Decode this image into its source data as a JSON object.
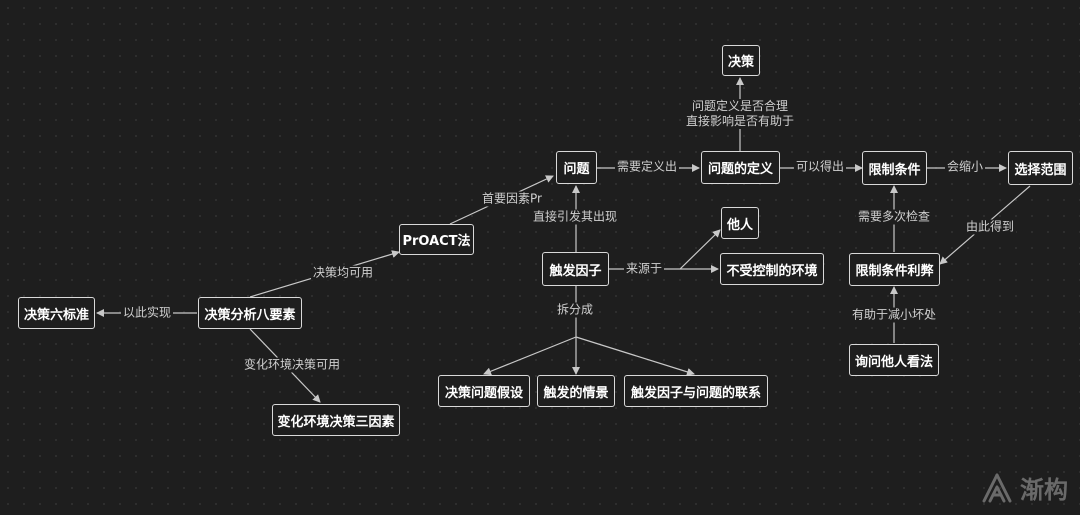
{
  "nodes": {
    "jueceliu": "决策六标准",
    "fenxi": "决策分析八要素",
    "proact": "PrOACT法",
    "bianhua": "变化环境决策三因素",
    "wenti": "问题",
    "dingyi": "问题的定义",
    "juece": "决策",
    "chufa": "触发因子",
    "taren": "他人",
    "bushou": "不受控制的环境",
    "jiashe": "决策问题假设",
    "qingjing": "触发的情景",
    "lianxi": "触发因子与问题的联系",
    "xianzhi": "限制条件",
    "fanwei": "选择范围",
    "libi": "限制条件利弊",
    "xunwen": "询问他人看法"
  },
  "edges": {
    "yici": "以此实现",
    "junkeyong": "决策均可用",
    "bianhuakeyong": "变化环境决策可用",
    "shouyao": "首要因素Pr",
    "zhijie": "直接引发其出现",
    "xuyao": "需要定义出",
    "keyi": "可以得出",
    "wentidingyi": "问题定义是否合理\n直接影响是否有助于",
    "huisuo": "会缩小",
    "laiyuan": "来源于",
    "chaifen": "拆分成",
    "duoci": "需要多次检查",
    "youci": "由此得到",
    "youzhu": "有助于减小坏处"
  },
  "watermark": "渐构",
  "colors": {
    "background": "#1e1e1e",
    "line": "#c8c8c8",
    "node_border": "#d9d9d9"
  }
}
